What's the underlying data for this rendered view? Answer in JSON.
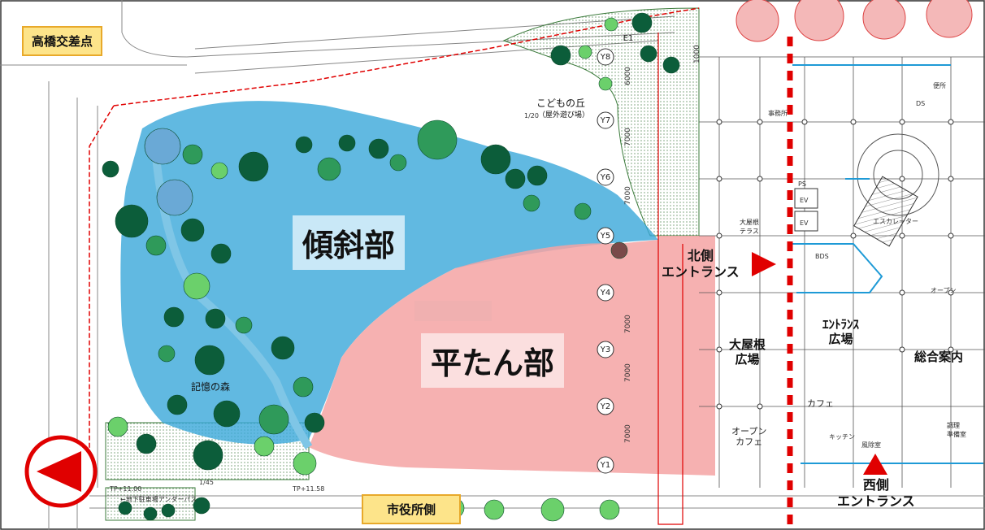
{
  "labels": {
    "intersection": "高橋交差点",
    "city_hall_side": "市役所側",
    "slope_area": "傾斜部",
    "flat_area": "平たん部",
    "kids_hill": "こどもの丘",
    "kids_hill_sub": "（屋外遊び場）",
    "memory_forest": "記憶の森",
    "north_entrance": "北側\nエントランス",
    "west_entrance": "西側\nエントランス",
    "entrance_plaza": "ｴﾝﾄﾗﾝｽ\n広場",
    "big_roof_plaza": "大屋根\n広場",
    "info_desk": "総合案内",
    "cafe": "カフェ",
    "open_cafe": "オープン\nカフェ",
    "kitchen": "キッチン",
    "escalator": "エスカレーター",
    "big_roof_terrace": "大屋根\nテラス",
    "wind_room": "風除室",
    "open_sky": "オープン",
    "bds": "BDS",
    "ev": "EV",
    "ps": "PS",
    "ds": "DS",
    "prep_room": "調理\n準備室",
    "toilet": "便所",
    "underpass": "←地下駐車場アンダーパス",
    "tp_left": "TP+11.00",
    "tp_mid": "TP+11.58",
    "slope_ratio": "1/45",
    "gradient": "1/20",
    "office": "事務所"
  },
  "grid_labels": [
    "Y8",
    "Y7",
    "Y6",
    "Y5",
    "Y4",
    "Y3",
    "Y2",
    "Y1",
    "E1"
  ],
  "dimensions": [
    "7000",
    "7000",
    "7000",
    "7000",
    "7000",
    "6000",
    "1000"
  ],
  "icons": {
    "back_arrow": "left-arrow-circle-icon",
    "entrance_marker": "triangle-marker-icon"
  },
  "colors": {
    "slope_fill": "#3aa7d9",
    "flat_fill": "#f4a3a3",
    "tag_fill": "#fde48a",
    "tag_border": "#e8a92a",
    "boundary_dash": "#e00000",
    "tree_dark": "#0c5d3a",
    "tree_mid": "#2f9a5a",
    "tree_light": "#6bd06b",
    "entrance_red": "#e00000",
    "path_blue": "#1e9ad6"
  }
}
